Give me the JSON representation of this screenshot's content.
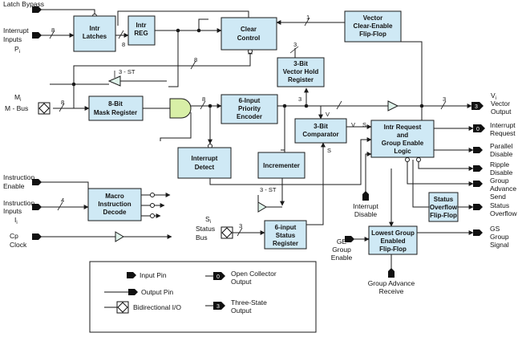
{
  "blocks": {
    "intr_latches": [
      "Intr",
      "Latches"
    ],
    "intr_reg": [
      "Intr",
      "REG"
    ],
    "clear_control": [
      "Clear",
      "Control"
    ],
    "vector_clear_ff": [
      "Vector",
      "Clear-Enable",
      "Flip-Flop"
    ],
    "vector_hold_reg": [
      "3-Bit",
      "Vector Hold",
      "Register"
    ],
    "mask_register": [
      "8-Bit",
      "Mask Register"
    ],
    "priority_encoder": [
      "6-Input",
      "Priority",
      "Encoder"
    ],
    "comparator": [
      "3-Bit",
      "Comparator"
    ],
    "intr_request_logic": [
      "Intr Request",
      "and",
      "Group Enable",
      "Logic"
    ],
    "interrupt_detect": [
      "Interrupt",
      "Detect"
    ],
    "incrementer": "Incrementer",
    "macro_decode": [
      "Macro",
      "Instruction",
      "Decode"
    ],
    "status_register": [
      "6-input",
      "Status",
      "Register"
    ],
    "status_overflow_ff": [
      "Status",
      "Overflow",
      "Flip-Flop"
    ],
    "lowest_group_ff": [
      "Lowest Group",
      "Enabled",
      "Flip-Flop"
    ]
  },
  "signals": {
    "latch_bypass": "Latch Bypass",
    "interrupt_inputs": [
      "Interrupt",
      "Inputs"
    ],
    "p_sym": "P",
    "p_sub": "i",
    "m_sym": "M",
    "m_sub": "i",
    "m_bus": "M - Bus",
    "vector_output": [
      "Vector",
      "Output"
    ],
    "v_sym": "V",
    "v_sub": "i",
    "interrupt_request": [
      "Interrupt",
      "Request"
    ],
    "parallel_disable": [
      "Parallel",
      "Disable"
    ],
    "ripple_disable": [
      "Ripple",
      "Disable"
    ],
    "group_advance_send": [
      "Group",
      "Advance",
      "Send"
    ],
    "status_overflow": [
      "Status",
      "Overflow"
    ],
    "gs_group_signal": [
      "GS",
      "Group",
      "Signal"
    ],
    "instruction_enable": [
      "Instruction",
      "Enable"
    ],
    "instruction_inputs": [
      "Instruction",
      "Inputs"
    ],
    "i_sym": "I",
    "i_sub": "i",
    "cp_clock": [
      "Cp",
      "Clock"
    ],
    "status_bus": [
      "Status",
      "Bus"
    ],
    "s_sym": "S",
    "s_sub": "i",
    "interrupt_disable": [
      "Interrupt",
      "Disable"
    ],
    "ge_group_enable": [
      "GE",
      "Group",
      "Enable"
    ],
    "group_advance_receive": [
      "Group Advance",
      "Receive"
    ]
  },
  "inline_labels": {
    "bus8": "8",
    "bus4": "4",
    "bus3": "3",
    "bus1": "1",
    "three_st": "3 - ST",
    "v": "V",
    "s": "S"
  },
  "legend": {
    "input_pin": "Input Pin",
    "output_pin": "Output Pin",
    "bidirectional": "Bidirectional I/O",
    "open_collector": [
      "Open Collector",
      "Output"
    ],
    "three_state": [
      "Three-State",
      "Output"
    ],
    "oc_symbol": "0",
    "ts_symbol": "3"
  }
}
